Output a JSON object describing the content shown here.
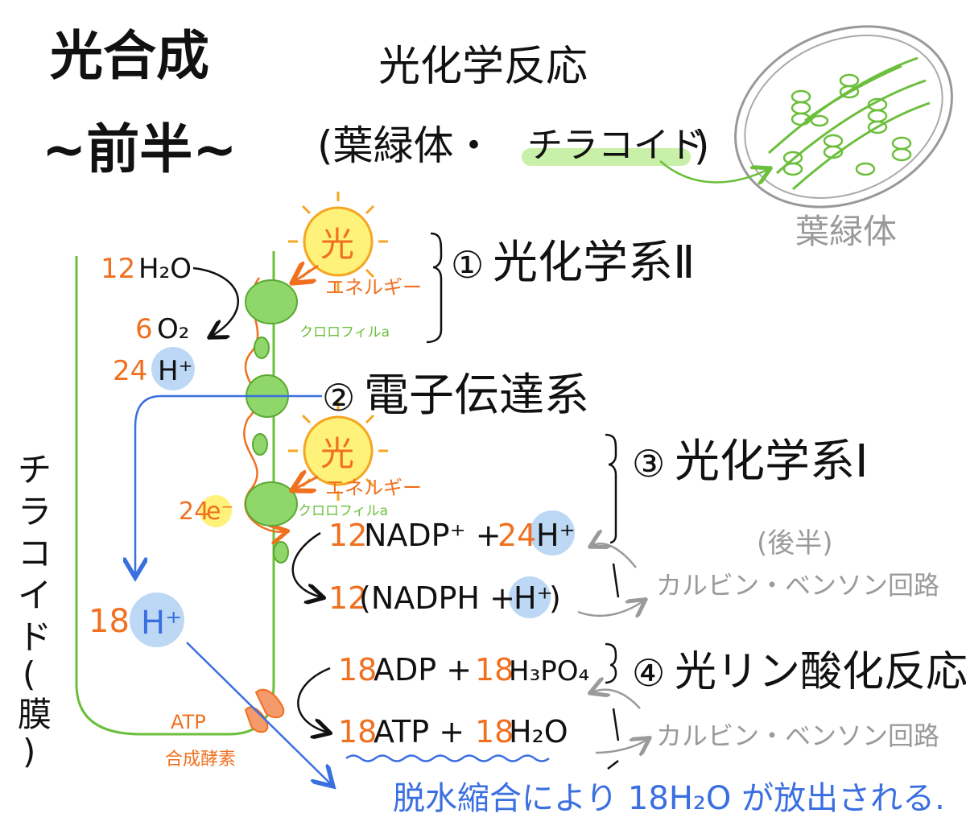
{
  "title": {
    "line1": "光合成",
    "line2": "~前半~"
  },
  "subtitle": {
    "reaction": "光化学反応",
    "location_prefix": "(葉緑体・",
    "location_highlight": "チラコイド",
    "location_suffix": ")"
  },
  "chloroplast_label": "葉緑体",
  "membrane_label_vertical": [
    "チ",
    "ラ",
    "コ",
    "イ",
    "ド",
    "(",
    "膜",
    ")"
  ],
  "steps": {
    "s1": {
      "number": "①",
      "label": "光化学系Ⅱ"
    },
    "s2": {
      "number": "②",
      "label": "電子伝達系"
    },
    "s3": {
      "number": "③",
      "label": "光化学系Ⅰ"
    },
    "s4": {
      "number": "④",
      "label": "光リン酸化反応"
    }
  },
  "light": {
    "sun_char": "光",
    "energy_label": "エネルギー"
  },
  "chlorophyll_label": "クロロフィルa",
  "photosystem2": {
    "h2o_coef": "12",
    "h2o": "H₂O",
    "o2_coef": "6",
    "o2": "O₂",
    "hplus_coef": "24",
    "hplus": "H⁺"
  },
  "electrons": {
    "coef": "24",
    "label": "e⁻"
  },
  "lumen_proton": {
    "coef": "18",
    "label": "H⁺"
  },
  "nadp": {
    "r_coef": "12",
    "r_text": "NADP⁺ +",
    "r_h_coef": "24",
    "r_h": "H⁺",
    "p_coef": "12",
    "p_text": "(NADPH +",
    "p_h": "H⁺",
    "p_close": ")"
  },
  "atp": {
    "r_coef1": "18",
    "r_text1": "ADP +",
    "r_coef2": "18",
    "r_text2": "H₃PO₄",
    "p_coef1": "18",
    "p_text1": "ATP +",
    "p_coef2": "18",
    "p_text2": "H₂O"
  },
  "atp_synthase": {
    "line1": "ATP",
    "line2": "合成酵素"
  },
  "second_half": {
    "label": "(後半)",
    "cycle1": "カルビン・ベンソン回路",
    "cycle2": "カルビン・ベンソン回路"
  },
  "note": "脱水縮合により 18H₂O が放出される.",
  "colors": {
    "membrane_green": "#6cbf3c",
    "chlorophyll_green": "#8fd66b",
    "orange": "#f07020",
    "proton_blue": "#bcd8f5",
    "arrow_blue": "#3a6fe0",
    "sun_yellow": "#fff27a",
    "sun_orange": "#f5a623",
    "highlight_green": "#c9f0a8",
    "gray": "#9a9a9a",
    "wavy_blue": "#3a6fe0"
  }
}
